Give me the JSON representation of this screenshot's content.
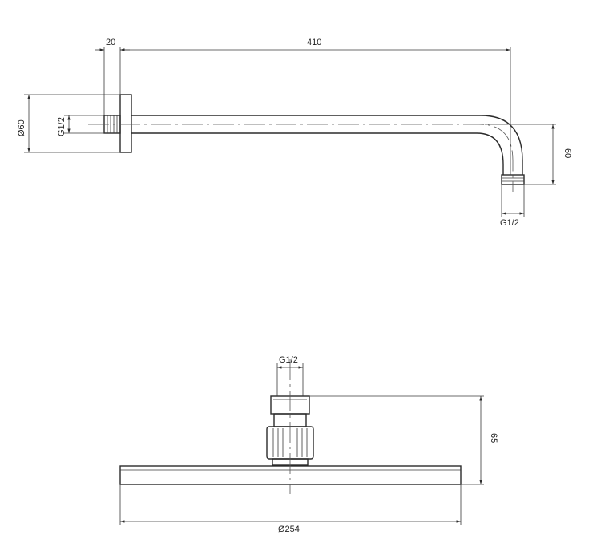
{
  "arm_view": {
    "dim_flange_thickness": "20",
    "dim_arm_length": "410",
    "dim_flange_diameter": "Ø60",
    "dim_inlet_thread": "G1/2",
    "dim_drop_height": "60",
    "dim_outlet_thread": "G1/2"
  },
  "head_view": {
    "dim_connector_thread": "G1/2",
    "dim_head_height": "65",
    "dim_head_diameter": "Ø254"
  }
}
